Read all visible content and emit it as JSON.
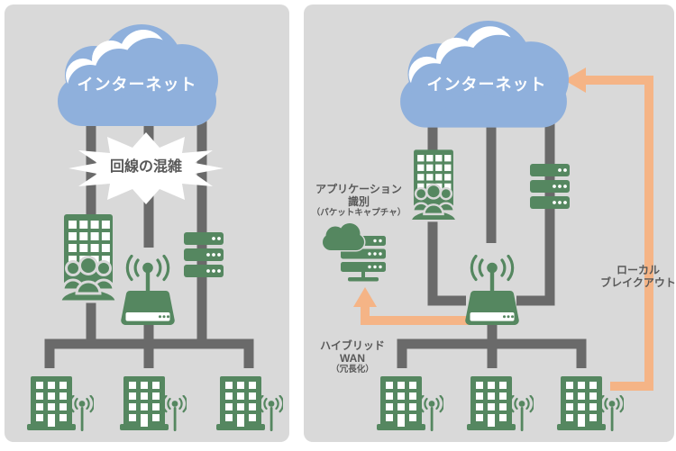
{
  "colors": {
    "page_bg": "#ffffff",
    "panel_bg": "#d9d9d9",
    "line_gray": "#6a6a6a",
    "green": "#558760",
    "cloud_blue": "#8fb0dc",
    "orange": "#f5b486",
    "label_gray": "#595959",
    "cloud_text": "#ffffff"
  },
  "left_panel": {
    "internet_label": "インターネット",
    "congestion_label": "回線の混雑"
  },
  "right_panel": {
    "internet_label": "インターネット",
    "app_identification": {
      "line1": "アプリケーション",
      "line2": "識別",
      "line3": "（パケットキャプチャ）"
    },
    "hybrid_wan": {
      "line1": "ハイブリッド",
      "line2": "WAN",
      "line3": "（冗長化）"
    },
    "local_breakout": {
      "line1": "ローカル",
      "line2": "ブレイクアウト"
    }
  },
  "icons": {
    "internet_cloud": "cloud-icon",
    "congestion_burst": "starburst-shape",
    "office_users": "building-with-users-icon",
    "wifi_router": "wireless-router-icon",
    "server_stack": "server-rack-icon",
    "branch_building": "office-building-icon",
    "wireless_antenna": "antenna-icon",
    "packet_capture": "cloud-server-capture-icon",
    "breakout_arrow": "orange-loop-arrow",
    "capture_arrow": "orange-up-arrow"
  }
}
